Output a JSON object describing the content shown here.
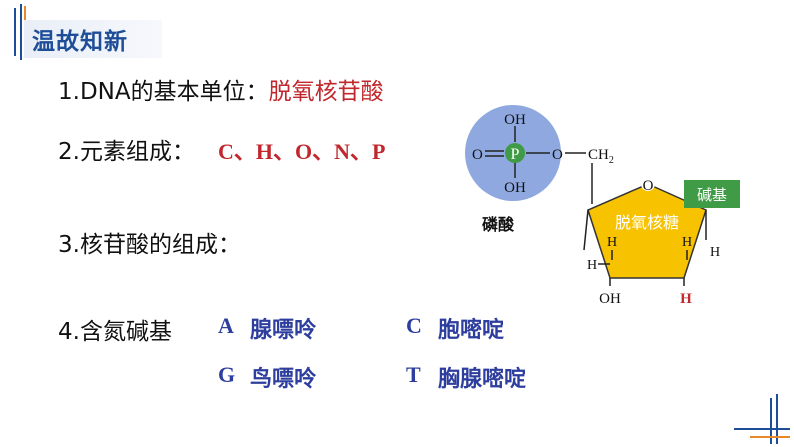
{
  "header": {
    "title": "温故知新"
  },
  "lines": {
    "l1_prefix": "1.DNA的基本单位：",
    "l1_answer": "脱氧核苷酸",
    "l2_prefix": "2.元素组成：",
    "l2_elements": "C、H、O、N、P",
    "l3": "3.核苷酸的组成：",
    "l4": "4.含氮碱基"
  },
  "bases": [
    {
      "letter": "A",
      "name": "腺嘌呤"
    },
    {
      "letter": "C",
      "name": "胞嘧啶"
    },
    {
      "letter": "G",
      "name": "鸟嘌呤"
    },
    {
      "letter": "T",
      "name": "胸腺嘧啶"
    }
  ],
  "diagram": {
    "phosphate_label": "磷酸",
    "phosphorus": "P",
    "oh_top": "OH",
    "oh_bottom": "OH",
    "o_double": "O",
    "o_link": "O",
    "ch2": "CH",
    "ch2_sub": "2",
    "ring_o": "O",
    "sugar_label": "脱氧核糖",
    "base_label": "碱基",
    "h_left_upper": "H",
    "h_left_lower": "H",
    "h_right_upper": "H",
    "h_right_lower": "H",
    "oh_sugar": "OH",
    "h_red": "H",
    "colors": {
      "phosphate_circle": "#8fa9e0",
      "phosphorus_dot": "#3f9b45",
      "sugar_fill": "#f7c200",
      "base_fill": "#3f9b45",
      "accent_red": "#c0282d",
      "base_blue": "#2e3e9e"
    }
  }
}
